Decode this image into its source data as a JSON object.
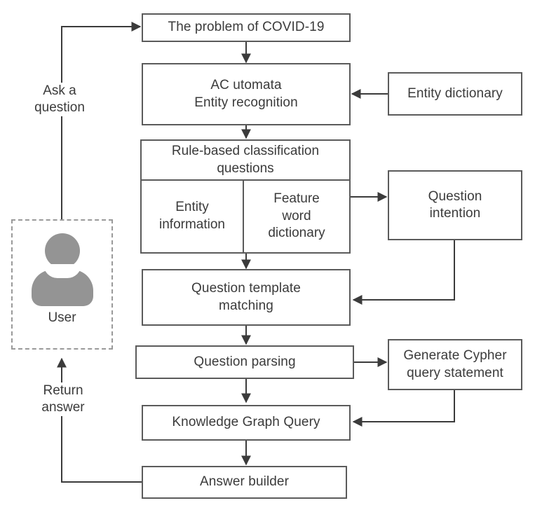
{
  "diagram": {
    "title": "COVID-19 knowledge graph question answering flowchart",
    "stroke_color": "#5b5b5b",
    "text_color": "#3b3b3b",
    "avatar_color": "#949494",
    "dashed_color": "#9a9a9a",
    "background": "#ffffff"
  },
  "nodes": {
    "problem": "The problem of COVID-19",
    "ac_automata": "AC utomata\nEntity recognition",
    "entity_dictionary": "Entity dictionary",
    "rule_based": "Rule-based classification\nquestions",
    "entity_information": "Entity\ninformation",
    "feature_word_dictionary": "Feature\nword\ndictionary",
    "question_intention": "Question\nintention",
    "question_template_matching": "Question template\nmatching",
    "question_parsing": "Question parsing",
    "generate_cypher": "Generate Cypher\nquery statement",
    "knowledge_graph_query": "Knowledge Graph Query",
    "answer_builder": "Answer builder",
    "user": "User"
  },
  "edge_labels": {
    "ask_a_question": "Ask a\nquestion",
    "return_answer": "Return\nanswer"
  },
  "icons": {
    "user_avatar": "user-avatar-icon"
  }
}
